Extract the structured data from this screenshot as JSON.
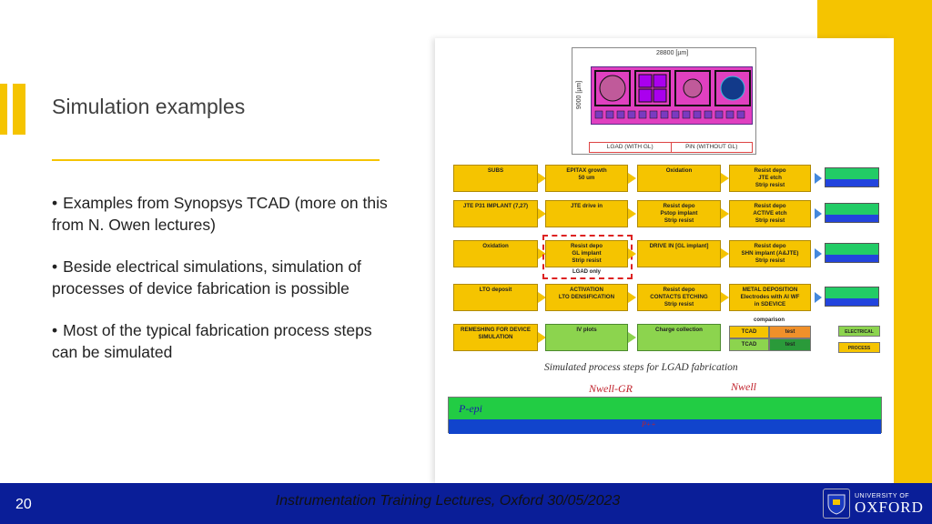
{
  "slide": {
    "title": "Simulation examples",
    "bullets": [
      "Examples from Synopsys TCAD (more on this from N. Owen lectures)",
      "Beside electrical simulations, simulation of processes of device fabrication is possible",
      "Most of the typical fabrication process steps can be simulated"
    ],
    "bullet_marker": "•"
  },
  "figure": {
    "layout": {
      "width_label": "28800 [µm]",
      "height_label": "9000 [µm]",
      "left_label": "LGAD (WITH GL)",
      "right_label": "PiN (WITHOUT GL)"
    },
    "flow": {
      "rows": [
        [
          "SUBS",
          "EPITAX growth\n50 um",
          "Oxidation",
          "Resist depo\nJTE etch\nStrip resist"
        ],
        [
          "JTE P31 IMPLANT (7,27)",
          "JTE drive in",
          "Resist depo\nPstop implant\nStrip resist",
          "Resist depo\nACTIVE etch\nStrip resist"
        ],
        [
          "Oxidation",
          "Resist depo\nGL implant\nStrip resist",
          "DRIVE IN [GL implant]",
          "Resist depo\nSHN implant (A&JTE)\nStrip resist"
        ],
        [
          "LTO deposit",
          "ACTIVATION\nLTO DENSIFICATION",
          "Resist depo\nCONTACTS ETCHING\nStrip resist",
          "METAL DEPOSITION\nElectrodes with Al WF\nin SDEVICE"
        ],
        [
          "REMESHING FOR DEVICE\nSIMULATION",
          "IV plots",
          "Charge collection"
        ]
      ],
      "lgad_only": "LGAD only",
      "comparison": "comparison",
      "compare_cells": [
        "TCAD",
        "test",
        "TCAD",
        "test"
      ],
      "legend": [
        "ELECTRICAL",
        "PROCESS"
      ]
    },
    "caption": "Simulated process steps for LGAD fabrication",
    "labels": {
      "nwell_gr": "Nwell-GR",
      "nwell": "Nwell",
      "p_epi": "P-epi",
      "p_plus": "P++"
    }
  },
  "footer": {
    "slide_number": "20",
    "text": "Instrumentation Training Lectures, Oxford 30/05/2023",
    "logo_top": "UNIVERSITY OF",
    "logo_main": "OXFORD"
  },
  "colors": {
    "accent": "#f5c400",
    "footer_bg": "#0a1e98"
  }
}
